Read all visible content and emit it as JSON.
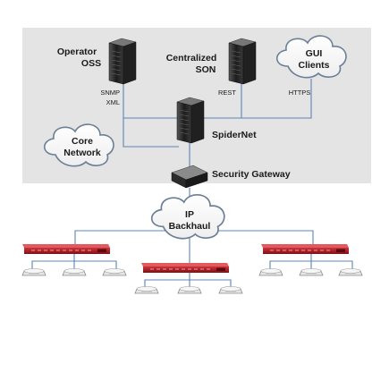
{
  "nodes": {
    "operator_oss": {
      "line1": "Operator",
      "line2": "OSS",
      "protocol1": "SNMP",
      "protocol2": "XML"
    },
    "centralized_son": {
      "line1": "Centralized",
      "line2": "SON",
      "protocol1": "REST"
    },
    "gui_clients": {
      "line1": "GUI",
      "line2": "Clients",
      "protocol1": "HTTPS"
    },
    "spidernet": {
      "label": "SpiderNet"
    },
    "core_network": {
      "line1": "Core",
      "line2": "Network"
    },
    "security_gateway": {
      "label": "Security Gateway"
    },
    "ip_backhaul": {
      "line1": "IP",
      "line2": "Backhaul"
    }
  },
  "colors": {
    "panel": "#e4e4e4",
    "link": "#5b84b8",
    "switch": "#b01820",
    "server": "#2a2a2a"
  }
}
